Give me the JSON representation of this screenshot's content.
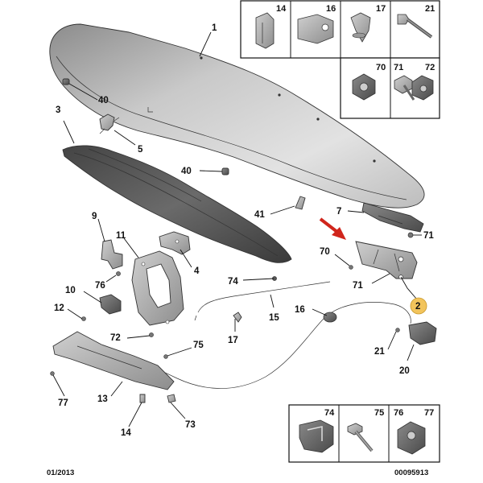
{
  "diagram": {
    "footer_left": "01/2013",
    "footer_right": "00095913",
    "callouts": [
      {
        "id": "c1",
        "text": "1"
      },
      {
        "id": "c3",
        "text": "3"
      },
      {
        "id": "c40a",
        "text": "40"
      },
      {
        "id": "c5",
        "text": "5"
      },
      {
        "id": "c40b",
        "text": "40"
      },
      {
        "id": "c41",
        "text": "41"
      },
      {
        "id": "c7",
        "text": "7"
      },
      {
        "id": "c71a",
        "text": "71"
      },
      {
        "id": "c70",
        "text": "70"
      },
      {
        "id": "c71b",
        "text": "71"
      },
      {
        "id": "c2",
        "text": "2"
      },
      {
        "id": "c9",
        "text": "9"
      },
      {
        "id": "c11",
        "text": "11"
      },
      {
        "id": "c4",
        "text": "4"
      },
      {
        "id": "c76",
        "text": "76"
      },
      {
        "id": "c74",
        "text": "74"
      },
      {
        "id": "c10",
        "text": "10"
      },
      {
        "id": "c12",
        "text": "12"
      },
      {
        "id": "c72",
        "text": "72"
      },
      {
        "id": "c16",
        "text": "16"
      },
      {
        "id": "c15",
        "text": "15"
      },
      {
        "id": "c17",
        "text": "17"
      },
      {
        "id": "c75",
        "text": "75"
      },
      {
        "id": "c21",
        "text": "21"
      },
      {
        "id": "c20",
        "text": "20"
      },
      {
        "id": "c77",
        "text": "77"
      },
      {
        "id": "c13",
        "text": "13"
      },
      {
        "id": "c14",
        "text": "14"
      },
      {
        "id": "c73",
        "text": "73"
      }
    ],
    "top_box": {
      "labels": [
        "14",
        "16",
        "17",
        "21",
        "70",
        "71",
        "72"
      ]
    },
    "bottom_box": {
      "labels": [
        "74",
        "75",
        "76",
        "77"
      ]
    }
  }
}
